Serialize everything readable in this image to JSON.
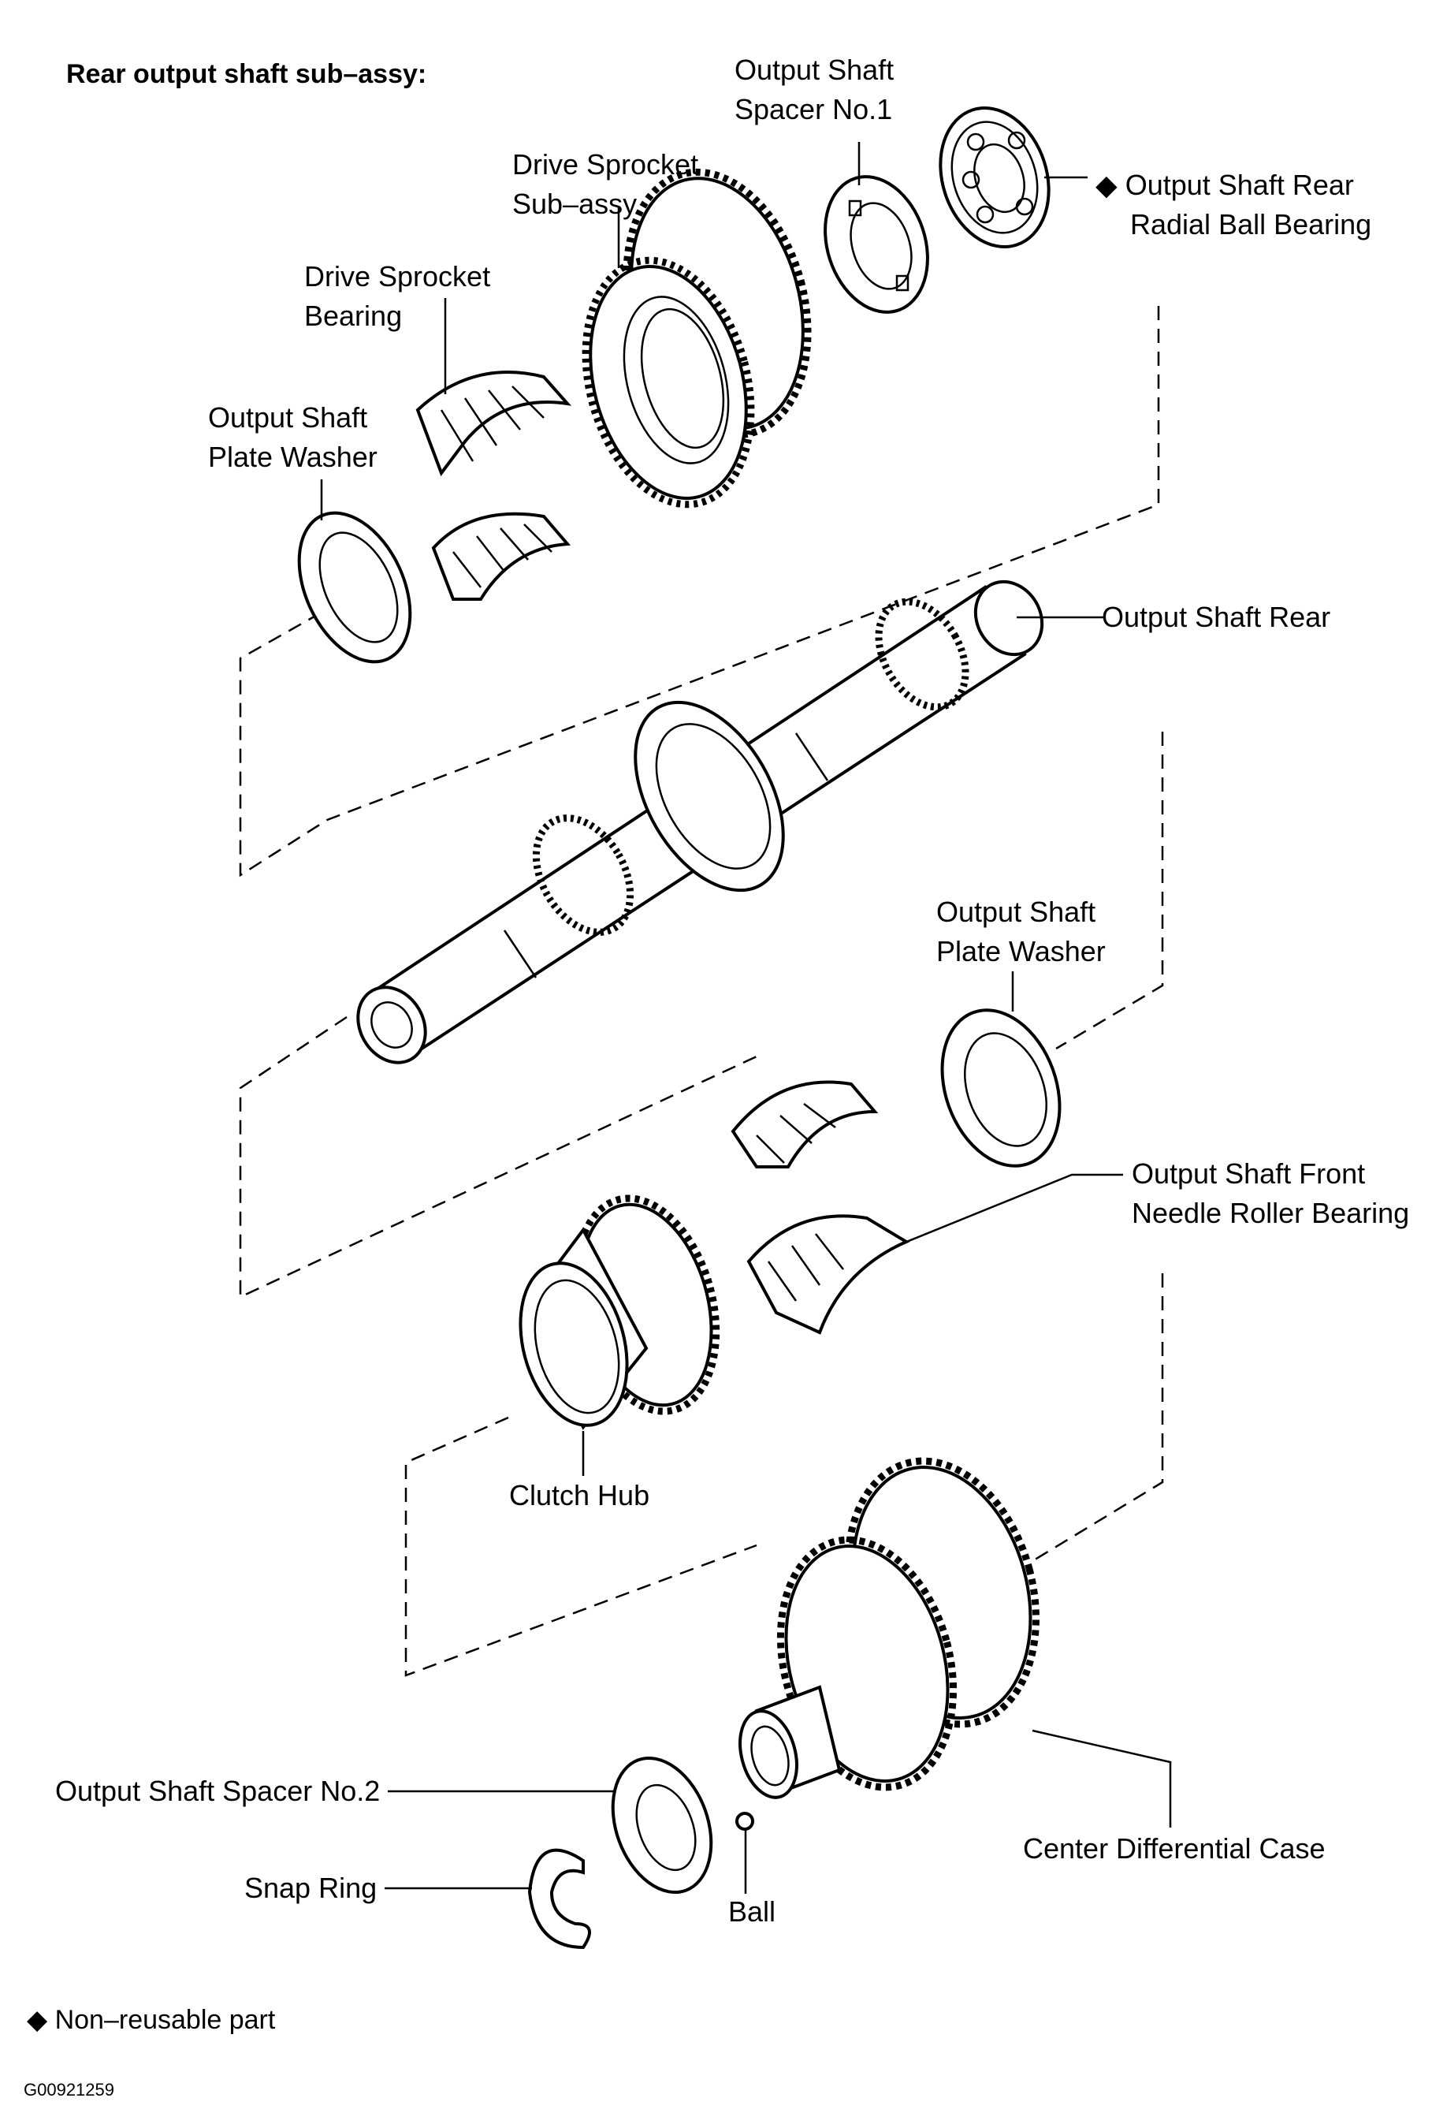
{
  "title": "Rear output shaft sub–assy:",
  "labels": {
    "spacer1": [
      "Output Shaft",
      "Spacer No.1"
    ],
    "drive_sprocket": [
      "Drive Sprocket",
      "Sub–assy"
    ],
    "rear_bearing": [
      "◆ Output Shaft Rear",
      "Radial Ball Bearing"
    ],
    "sprocket_bearing": [
      "Drive Sprocket",
      "Bearing"
    ],
    "washer_top": [
      "Output Shaft",
      "Plate Washer"
    ],
    "shaft_rear": "Output Shaft Rear",
    "washer_mid": [
      "Output Shaft",
      "Plate Washer"
    ],
    "front_needle": [
      "Output Shaft Front",
      "Needle Roller Bearing"
    ],
    "clutch_hub": "Clutch Hub",
    "spacer2": "Output Shaft Spacer No.2",
    "center_diff": "Center Differential Case",
    "snap_ring": "Snap Ring",
    "ball": "Ball"
  },
  "legend": "◆ Non–reusable part",
  "figure_code": "G00921259"
}
